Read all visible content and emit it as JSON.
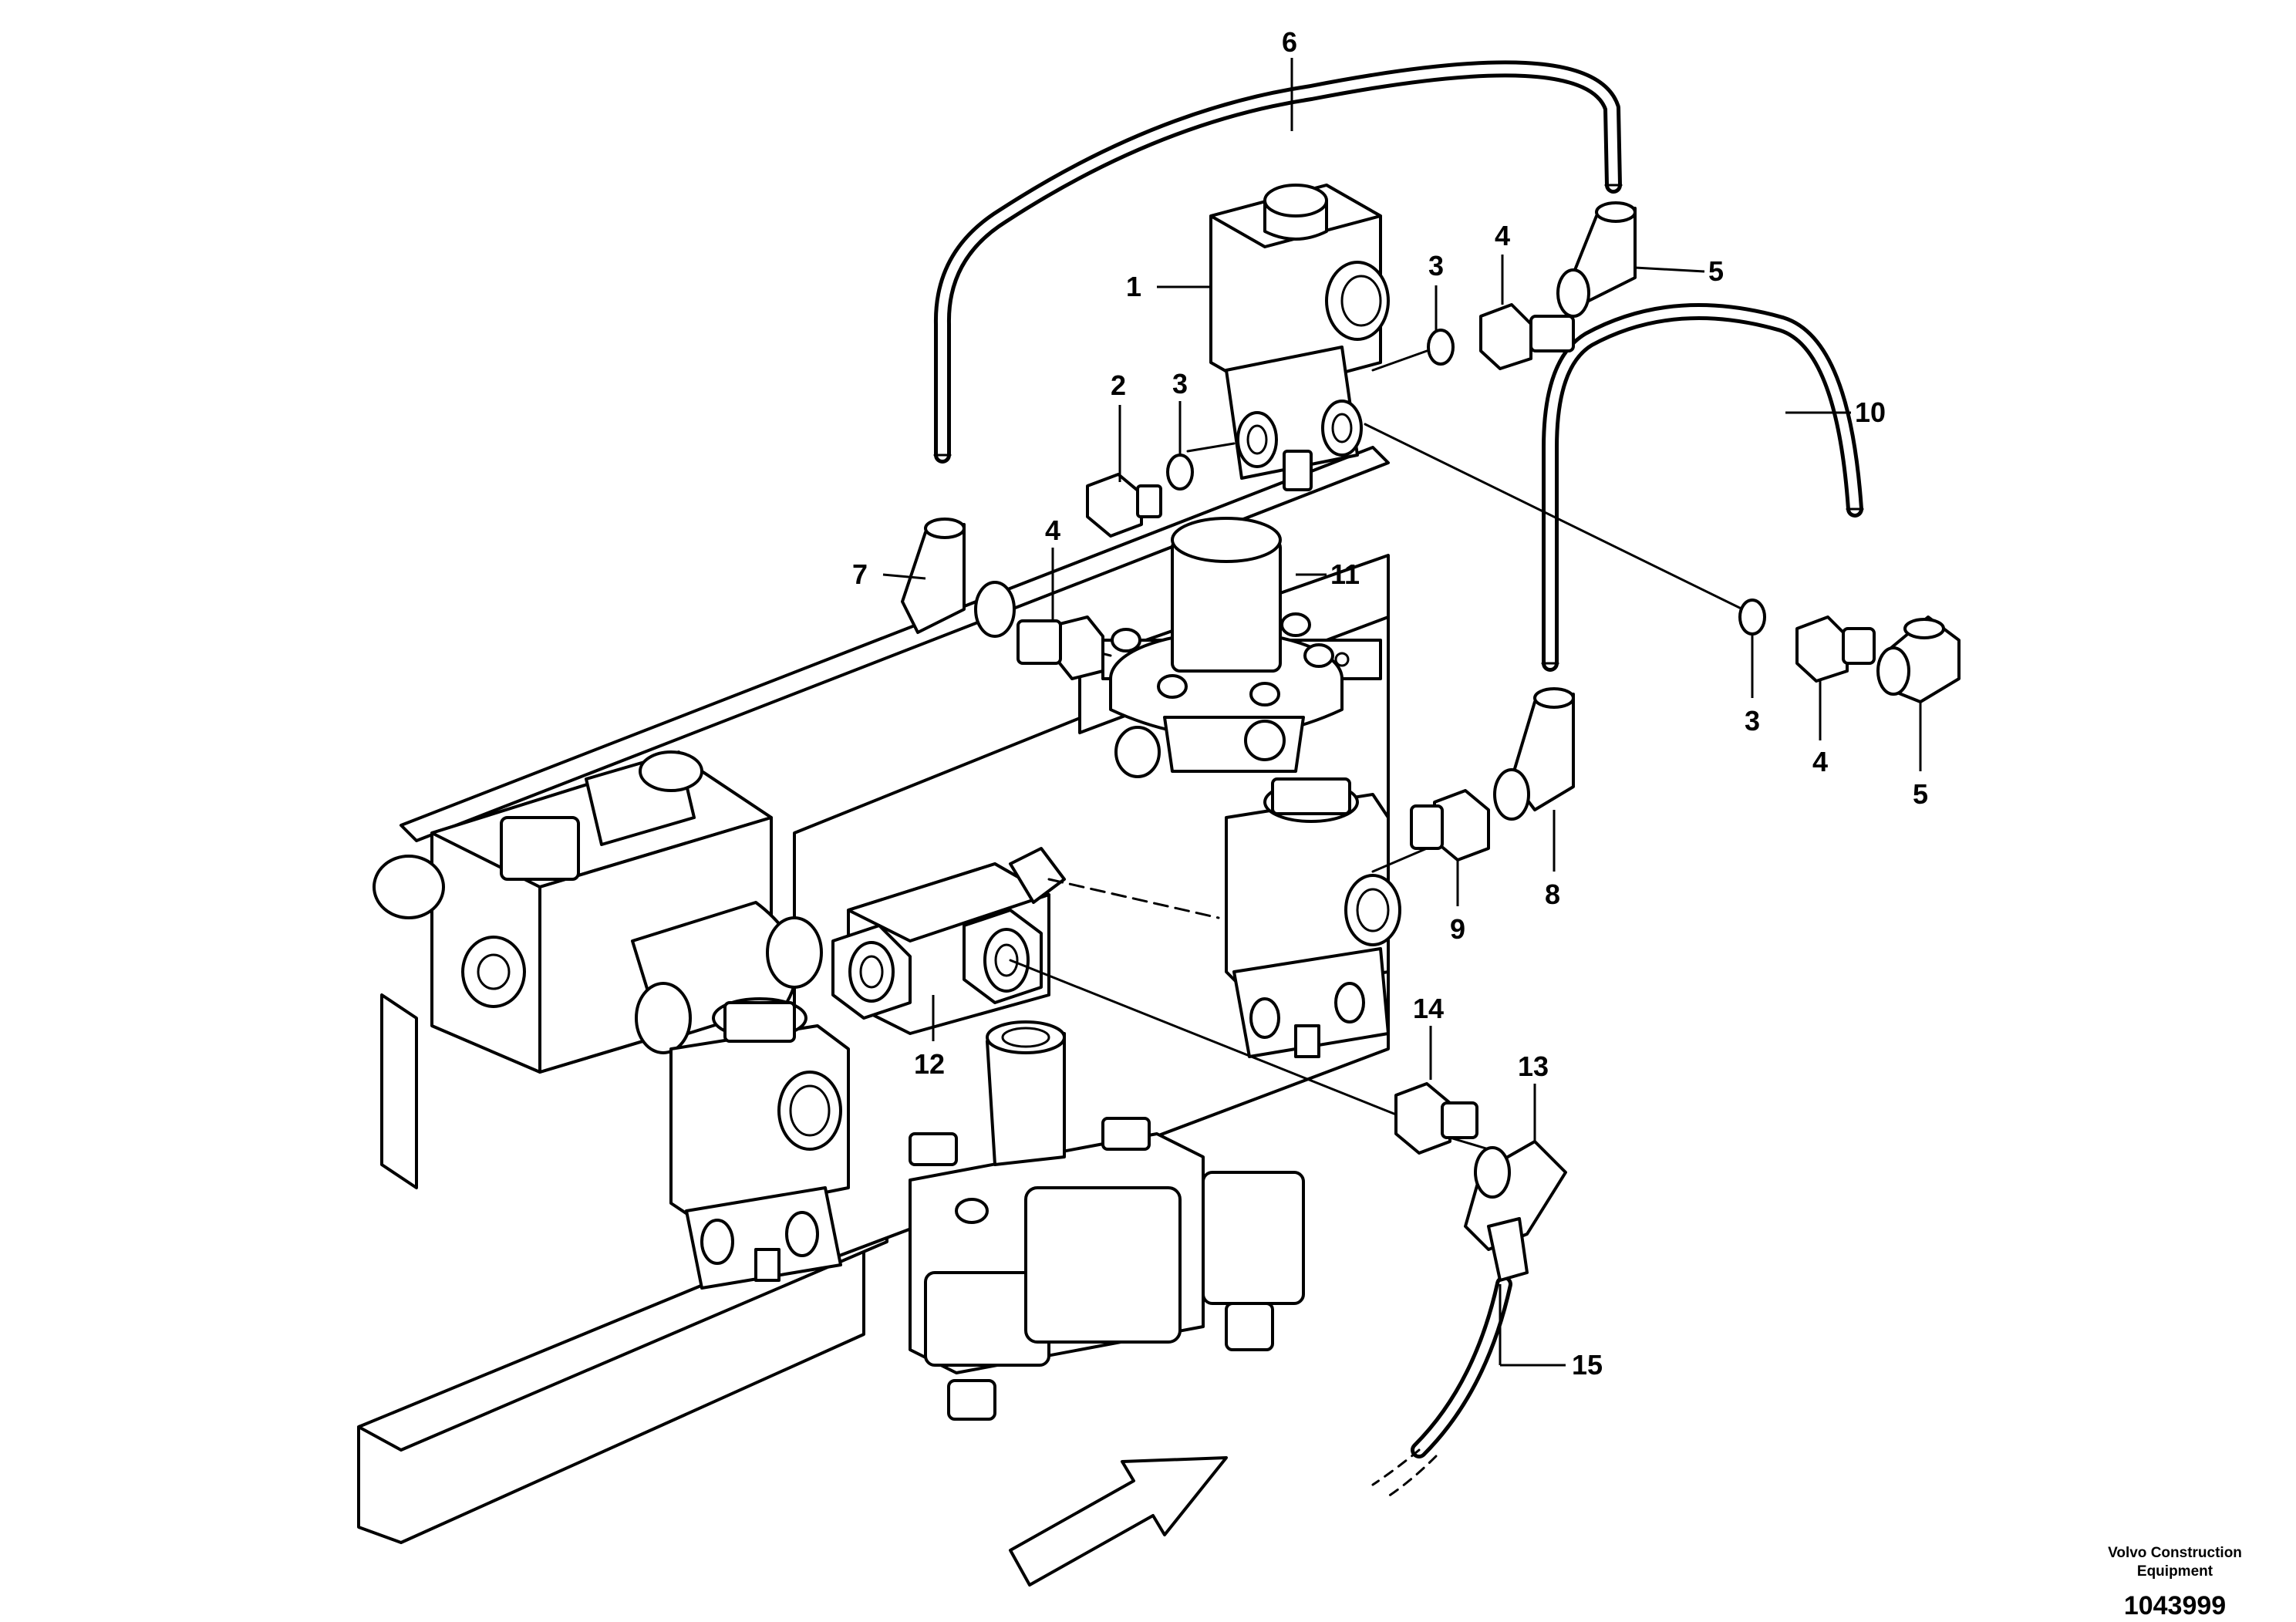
{
  "callouts": {
    "c1": "1",
    "c2": "2",
    "c3a": "3",
    "c3b": "3",
    "c3c": "3",
    "c4a": "4",
    "c4b": "4",
    "c4c": "4",
    "c5a": "5",
    "c5b": "5",
    "c6": "6",
    "c7": "7",
    "c8": "8",
    "c9": "9",
    "c10": "10",
    "c11": "11",
    "c12": "12",
    "c13": "13",
    "c14": "14",
    "c15": "15"
  },
  "footer": {
    "brand_line1": "Volvo Construction",
    "brand_line2": "Equipment",
    "drawing_number": "1043999"
  },
  "colors": {
    "line": "#000000",
    "background": "#ffffff"
  }
}
